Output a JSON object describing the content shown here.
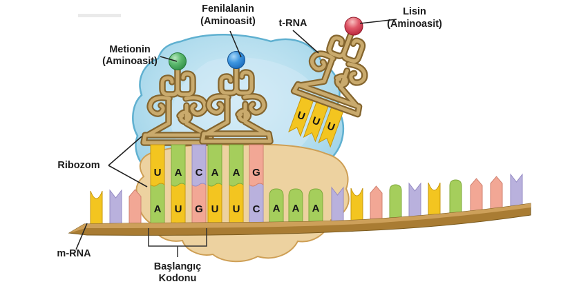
{
  "labels": {
    "metionin": {
      "line1": "Metionin",
      "line2": "(Aminoasit)"
    },
    "fenilalanin": {
      "line1": "Fenilalanin",
      "line2": "(Aminoasit)"
    },
    "lisin": {
      "line1": "Lisin",
      "line2": "(Aminoasit)"
    },
    "trna": "t-RNA",
    "ribozom": "Ribozom",
    "mrna": "m-RNA",
    "start_codon": {
      "line1": "Başlangıç",
      "line2": "Kodonu"
    }
  },
  "sequences": {
    "anticodon_met": [
      "U",
      "A",
      "C"
    ],
    "anticodon_phe": [
      "A",
      "A",
      "G"
    ],
    "anticodon_lys": [
      "U",
      "U",
      "U"
    ],
    "mrna_codons": [
      "A",
      "U",
      "G",
      "U",
      "U",
      "C",
      "A",
      "A",
      "A"
    ],
    "mrna_unlabeled_left_colors": [
      "yellow",
      "purple",
      "pink"
    ],
    "mrna_unlabeled_right_colors": [
      "purple",
      "yellow",
      "pink",
      "green",
      "purple",
      "yellow",
      "green",
      "pink",
      "pink",
      "purple"
    ]
  },
  "colors": {
    "base_green": "#a5ce5c",
    "base_yellow": "#f3c520",
    "base_purple": "#b9b1dd",
    "base_pink": "#f2a795",
    "ribosome_large_subunit_blue": "#a8d8ea",
    "ribosome_small_subunit_tan": "#edd2a0",
    "trna_gold": "#c9aa6d",
    "mrna_strand_brown": "#c9a05c",
    "amino_acid_metionin_green": "#3fa35a",
    "amino_acid_fenilalanin_blue": "#2e86d4",
    "amino_acid_lisin_red": "#d84055"
  }
}
